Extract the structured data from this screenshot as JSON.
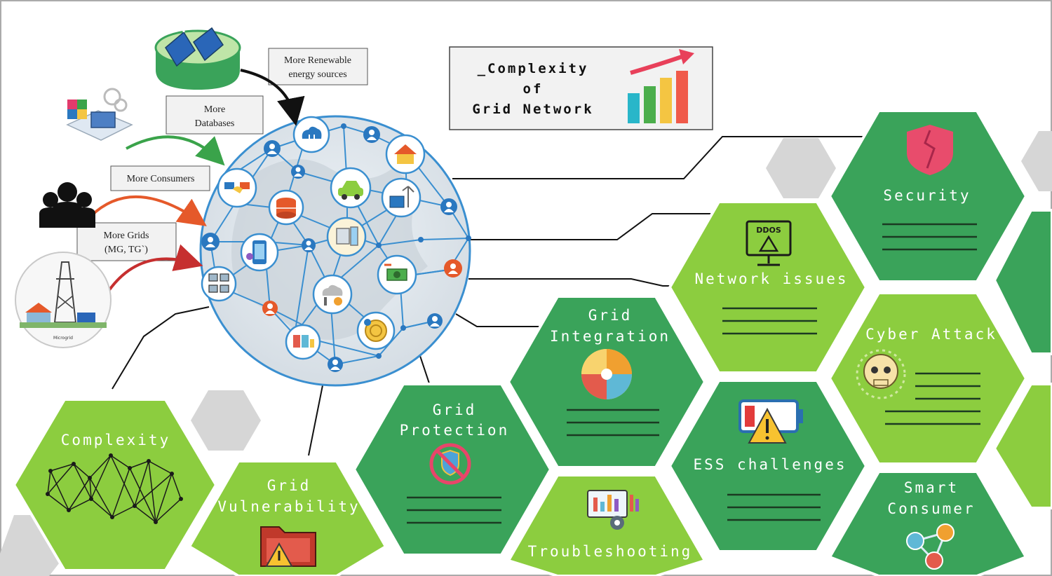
{
  "title": {
    "line1": "_Complexity",
    "line2": "of",
    "line3": "Grid Network"
  },
  "sources": {
    "renewables": "More Renewable energy sources",
    "databases": "More Databases",
    "consumers": "More Consumers",
    "grids": "More Grids (MG, TG`)",
    "microgrid_caption": "Microgrid"
  },
  "hexagons": {
    "security": "Security",
    "network_issues": "Network issues",
    "ddos_badge": "DDOS",
    "cyber_attack": "Cyber Attack",
    "grid_integration_1": "Grid",
    "grid_integration_2": "Integration",
    "ess_challenges": "ESS challenges",
    "smart_consumer_1": "Smart",
    "smart_consumer_2": "Consumer",
    "grid_protection_1": "Grid",
    "grid_protection_2": "Protection",
    "troubleshooting": "Troubleshooting",
    "grid_vulnerability_1": "Grid",
    "grid_vulnerability_2": "Vulnerability",
    "complexity": "Complexity"
  },
  "colors": {
    "dark_green": "#3aa35a",
    "light_green": "#8ccd3f",
    "gray_hex": "#d6d6d6",
    "connector": "#111111",
    "arrow_orange": "#e5592a",
    "arrow_red": "#c62f2f",
    "arrow_green": "#3aa34a"
  }
}
